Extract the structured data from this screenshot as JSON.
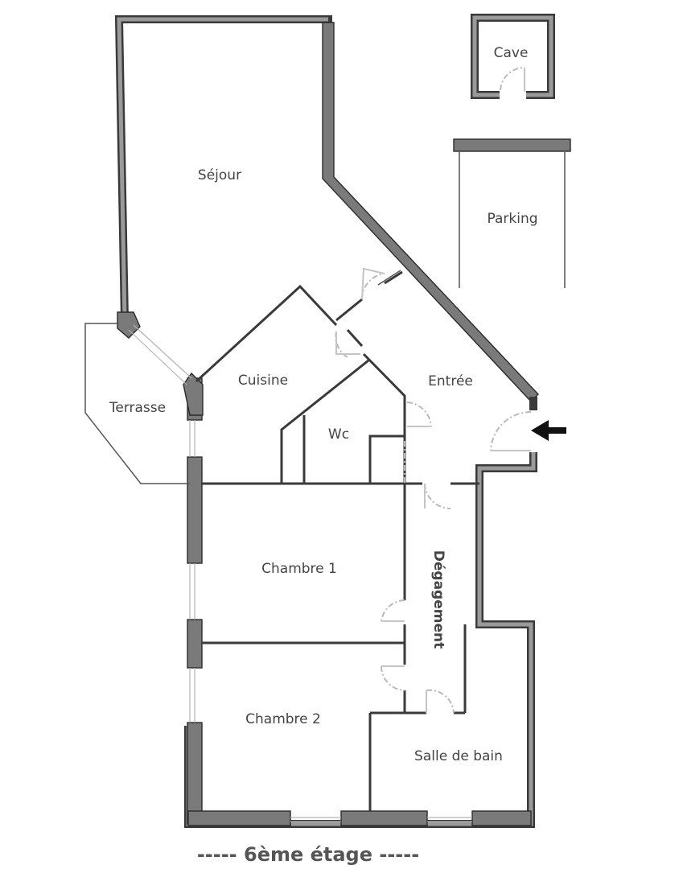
{
  "plan": {
    "floor_label": "----- 6ème étage -----",
    "colors": {
      "wall_dark": "#3a3a3a",
      "wall_fill": "#7a7a7a",
      "door_swing": "#b9b9b9",
      "label": "#444444"
    },
    "rooms": {
      "sejour": "Séjour",
      "cuisine": "Cuisine",
      "terrasse": "Terrasse",
      "entree": "Entrée",
      "wc": "Wc",
      "chambre1": "Chambre 1",
      "chambre2": "Chambre 2",
      "degagement": "Dégagement",
      "salle_de_bain": "Salle de bain",
      "cave": "Cave",
      "parking": "Parking"
    },
    "entrance_marker": "arrow-left-icon"
  }
}
